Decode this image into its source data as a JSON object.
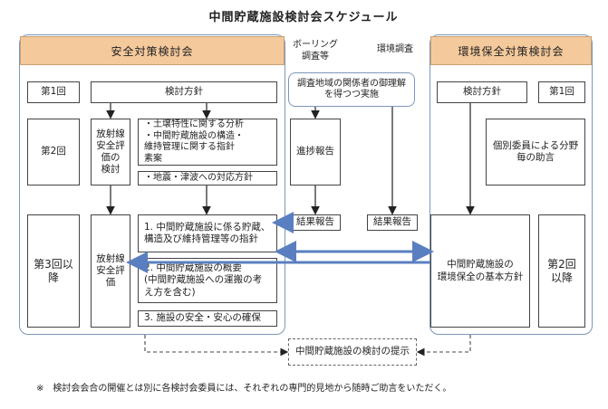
{
  "title": "中間貯蔵施設検討会スケジュール",
  "left_panel": {
    "header": "安全対策検討会"
  },
  "right_panel": {
    "header": "環境保全対策検討会"
  },
  "mid_labels": {
    "boring": "ボーリング\n調査等",
    "env_survey": "環境調査"
  },
  "rounds": {
    "left_1": "第1回",
    "left_2": "第2回",
    "left_3": "第3回以\n降",
    "right_1": "第1回",
    "right_2": "第2回\n以降"
  },
  "boxes": {
    "policy_left": "検討方針",
    "radiation_eval_method": "放射線\n安全評\n価の\n検討",
    "analysis_list": "・土壌特性に関する分析\n・中間貯蔵施設の構造・\n  維持管理に関する指針\n  素案",
    "earthquake": "・地震・津波への対応方針",
    "item1": "1. 中間貯蔵施設に係る貯蔵、\n  構造及び維持管理等の指針",
    "item2": "2. 中間貯蔵施設の概要\n(中間貯蔵施設への運搬の考\n え方を含む)",
    "item3": "3. 施設の安全・安心の確保",
    "radiation_eval": "放射線\n安全評\n価",
    "survey_note": "調査地域の関係者の御理解\nを得つつ実施",
    "progress_report": "進捗報告",
    "result_report_1": "結果報告",
    "result_report_2": "結果報告",
    "policy_right": "検討方針",
    "individual_advice": "個別委員による分野\n毎の助言",
    "env_basic_policy": "中間貯蔵施設の\n環境保全の基本方針",
    "final_proposal": "中間貯蔵施設の検討の提示"
  },
  "footnote": "※　検討会会合の開催とは別に各検討会委員には、それぞれの専門的見地から随時ご助言をいただく。",
  "colors": {
    "panel_border": "#7d97b8",
    "header_fill": "#f4c99c",
    "arrow_blue": "#5a7fc0"
  }
}
